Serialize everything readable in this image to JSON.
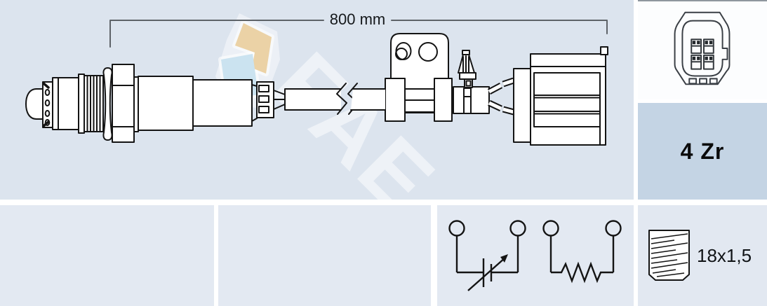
{
  "drawing": {
    "dimension_label": "800 mm",
    "watermark_text": "FAE"
  },
  "spec": {
    "type_label": "4 Zr",
    "thread_label": "18x1,5"
  },
  "icons": {
    "connector_face": "4-pin-connector-face-icon",
    "sensor": "lambda-sensor-with-cable-illustration",
    "cell_circuit": "zirconia-cell-variable-element-circuit-icon",
    "heater_circuit": "heater-resistor-circuit-icon",
    "thread": "threaded-stud-icon",
    "watermark": "fae-logo-icon"
  },
  "colors": {
    "main_bg": "#dce4ee",
    "cell_bg": "#e3e9f2",
    "type_bg": "#c4d4e4",
    "connector_panel_bg": "#fcfdfe",
    "separator": "#ffffff",
    "line": "#141414",
    "dimension_line": "#5e6368",
    "watermark_tan": "#ebd2a6",
    "watermark_blue": "#cbe3f0"
  }
}
